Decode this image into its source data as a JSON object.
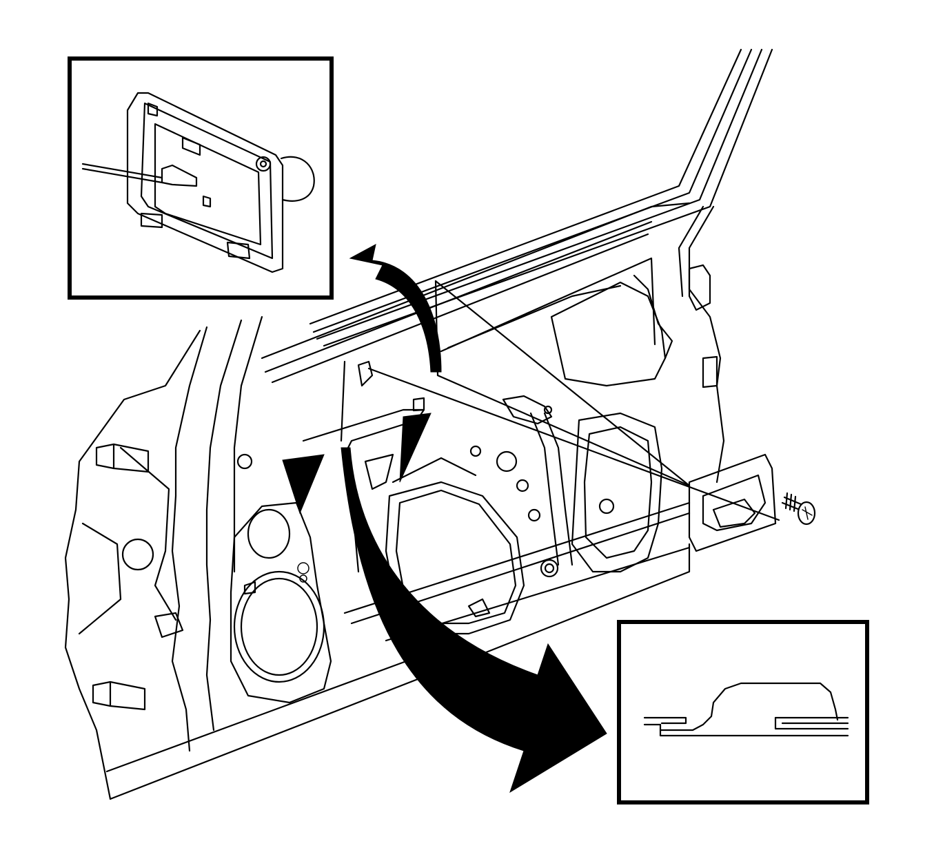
{
  "figure": {
    "kind": "exploded-view",
    "subject": "front-door-inner-panel",
    "insets": [
      {
        "id": "handle-bezel-detail",
        "depicts": "inside-door-handle-bezel-with-rod"
      },
      {
        "id": "retainer-section-detail",
        "depicts": "clip-retainer-cross-section"
      }
    ],
    "callout_arrows": [
      "curved-arrow-to-bezel-detail",
      "curved-arrow-to-section-detail",
      "insertion-arrow-left",
      "insertion-arrow-right"
    ],
    "fastener": "screw-icon",
    "colors": {
      "line": "#000000",
      "background": "#ffffff"
    }
  }
}
